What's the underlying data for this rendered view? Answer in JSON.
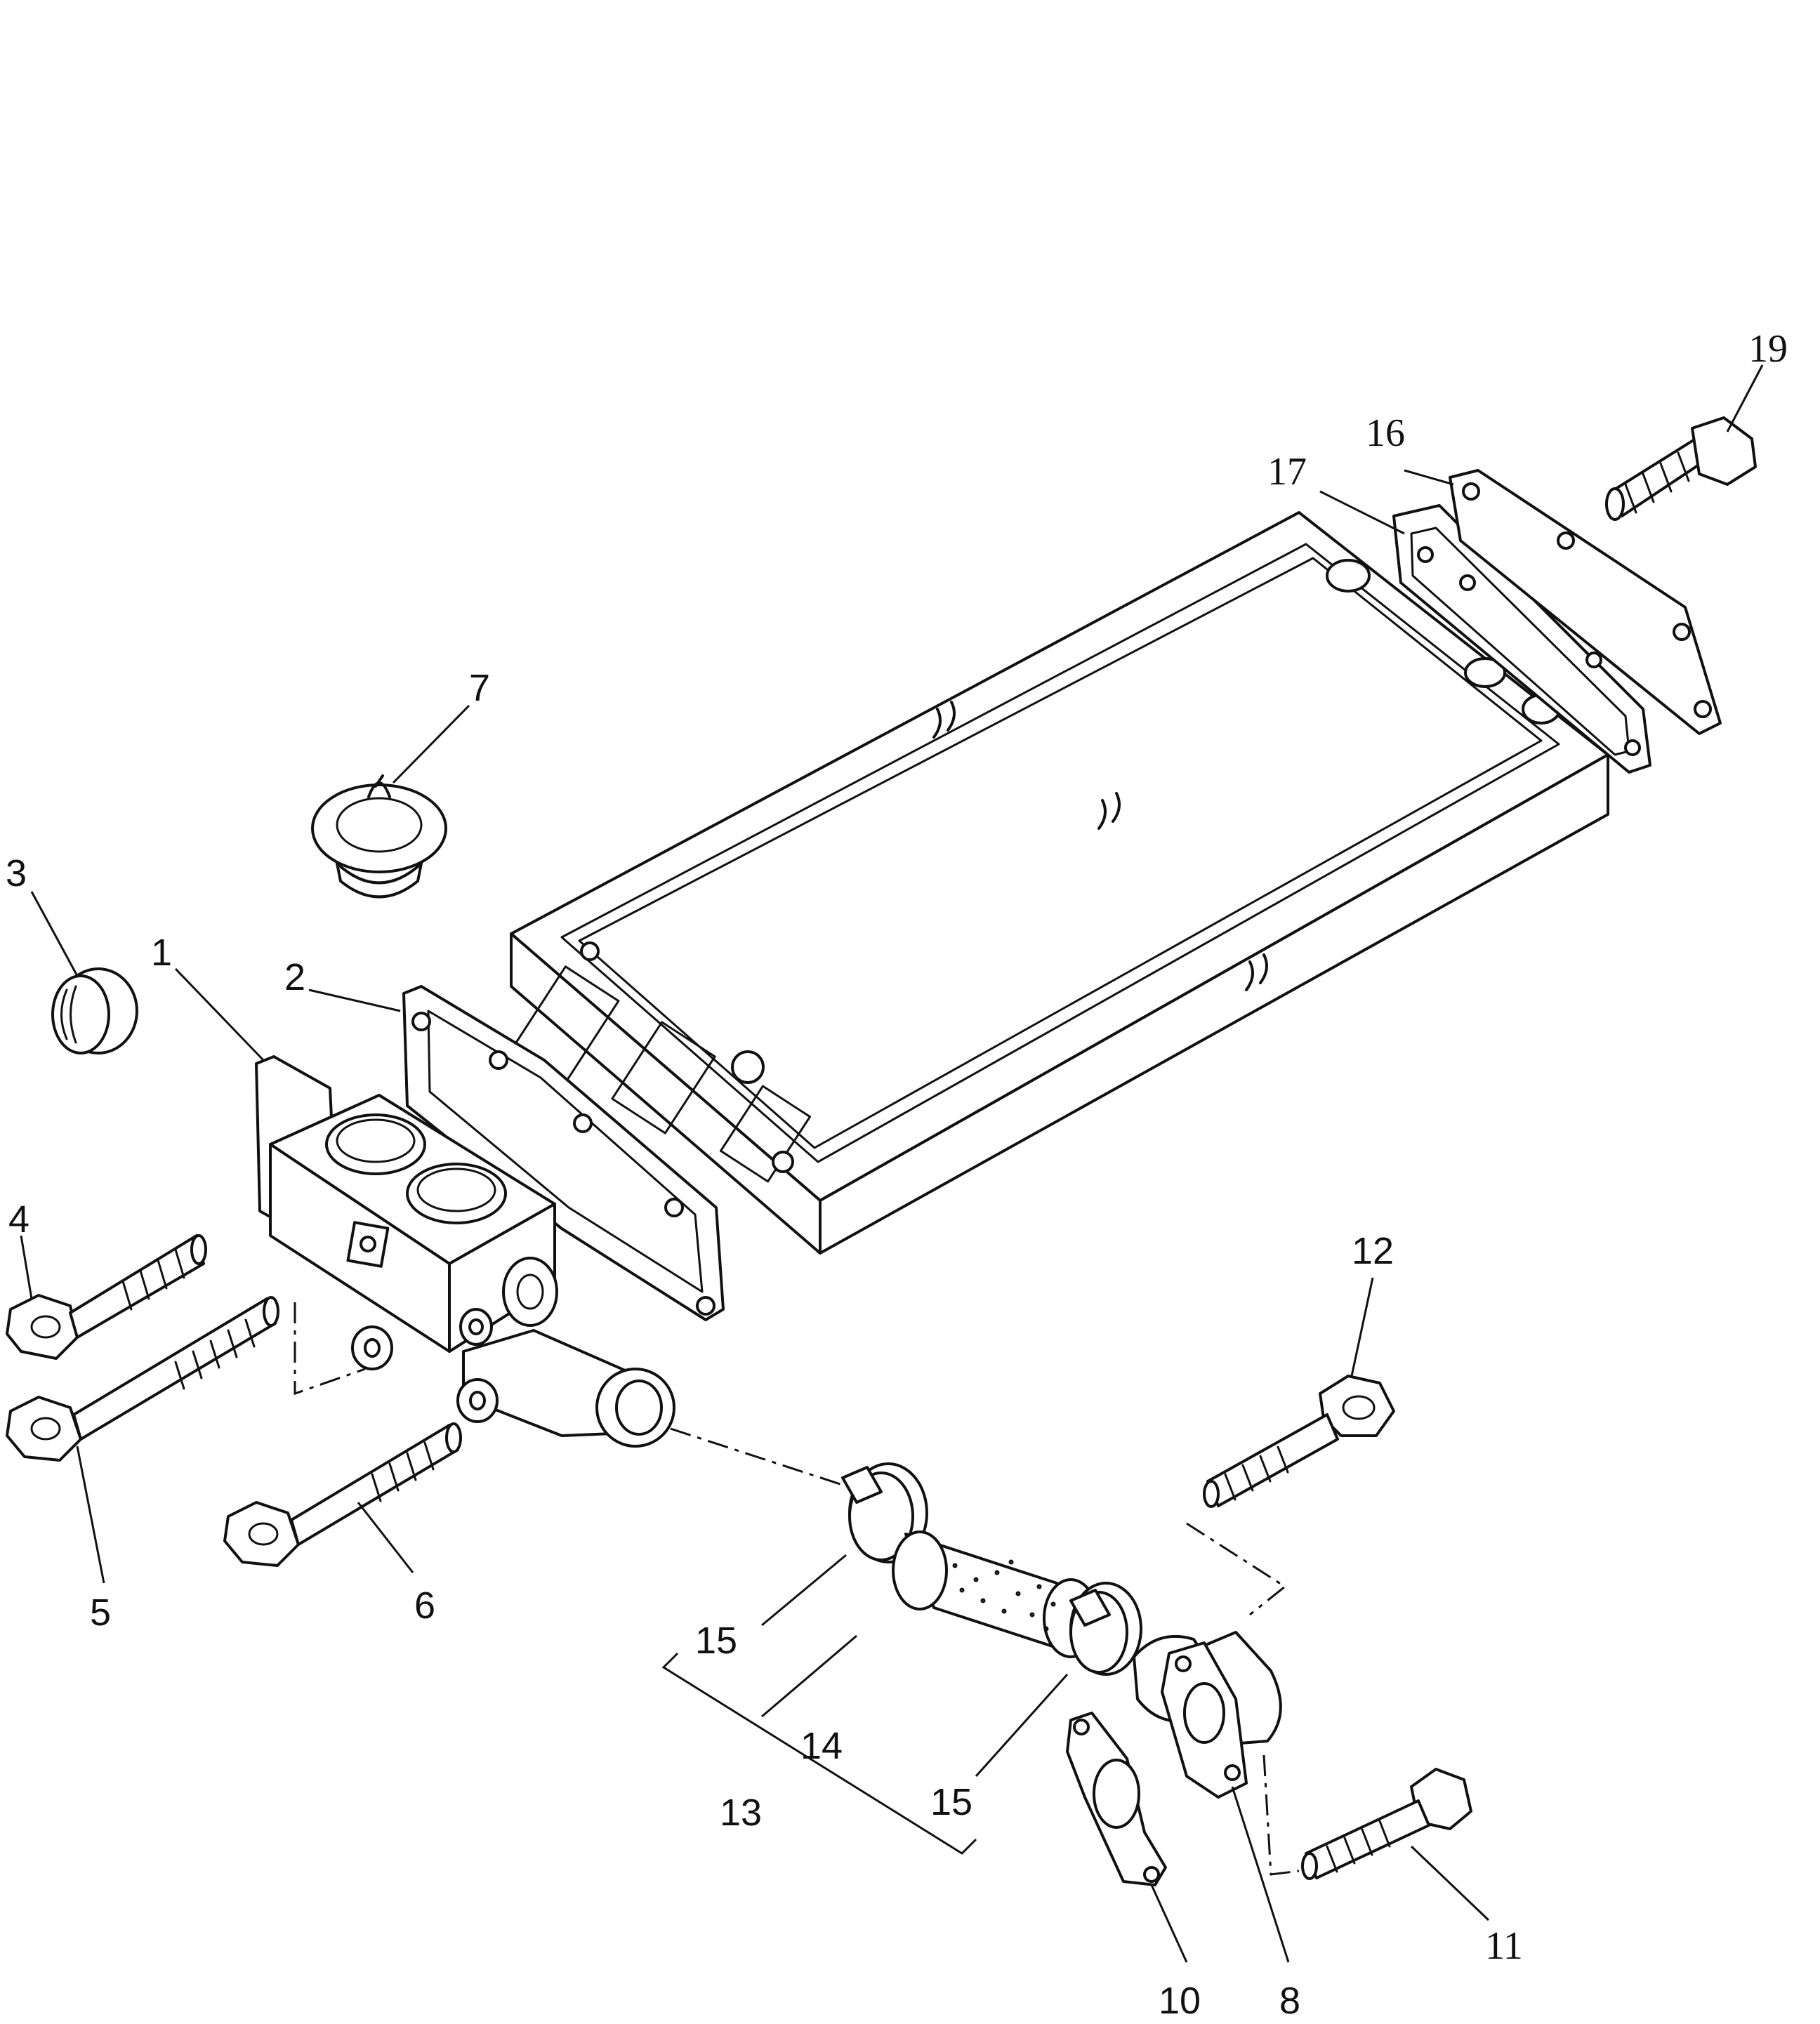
{
  "callouts": {
    "c1": "1",
    "c2": "2",
    "c3": "3",
    "c4": "4",
    "c5": "5",
    "c6": "6",
    "c7": "7",
    "c8": "8",
    "c10": "10",
    "c11": "11",
    "c12": "12",
    "c13": "13",
    "c14": "14",
    "c15a": "15",
    "c15b": "15",
    "c16": "16",
    "c17": "17",
    "c19": "19"
  }
}
